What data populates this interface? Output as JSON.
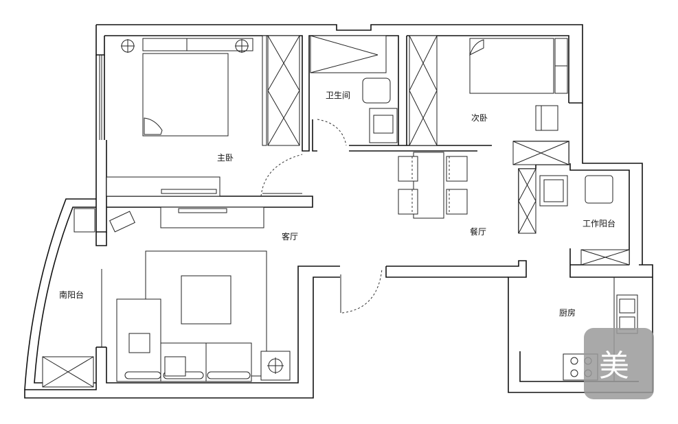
{
  "rooms": {
    "master_bedroom": "主卧",
    "bathroom": "卫生间",
    "second_bedroom": "次卧",
    "living_room": "客厅",
    "dining_room": "餐厅",
    "work_balcony": "工作阳台",
    "south_balcony": "南阳台",
    "kitchen": "厨房"
  },
  "watermark": {
    "text": "美"
  }
}
